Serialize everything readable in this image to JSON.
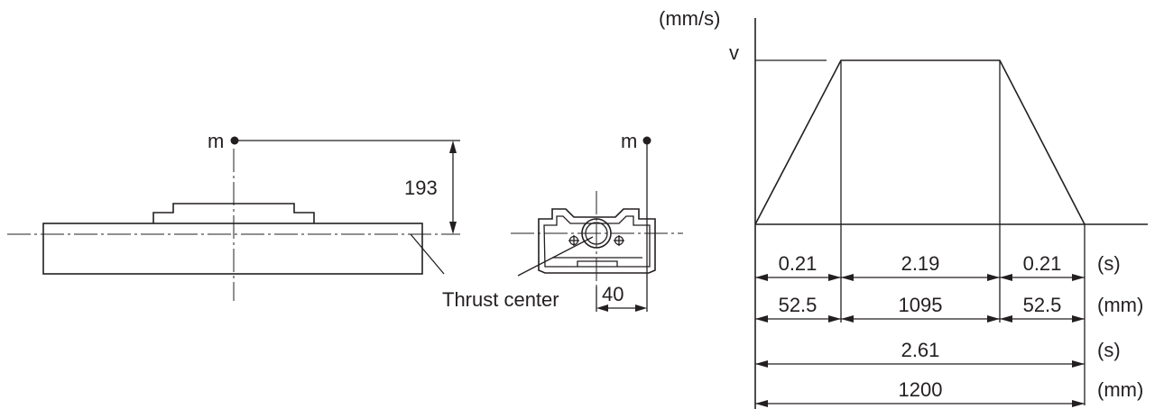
{
  "side_view": {
    "mass_label": "m",
    "height_label": "193"
  },
  "front_view": {
    "mass_label": "m",
    "thrust_label": "Thrust center",
    "offset_label": "40"
  },
  "profile": {
    "y_unit": "(mm/s)",
    "v_label": "v",
    "rows": [
      {
        "unit": "(s)",
        "segments": [
          "0.21",
          "2.19",
          "0.21"
        ]
      },
      {
        "unit": "(mm)",
        "segments": [
          "52.5",
          "1095",
          "52.5"
        ]
      },
      {
        "unit": "(s)",
        "total": "2.61"
      },
      {
        "unit": "(mm)",
        "total": "1200"
      }
    ]
  }
}
